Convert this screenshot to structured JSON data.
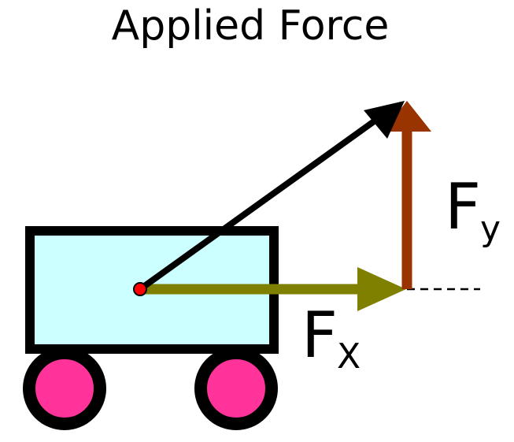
{
  "title": "Applied Force",
  "labels": {
    "fy_main": "F",
    "fy_sub": "y",
    "fx_main": "F",
    "fx_sub": "X"
  },
  "colors": {
    "cart_body": "#ccffff",
    "cart_outline": "#000000",
    "wheel": "#ff3399",
    "applied_force": "#000000",
    "fx": "#808000",
    "fy": "#993300",
    "origin_point": "#ff0000"
  }
}
